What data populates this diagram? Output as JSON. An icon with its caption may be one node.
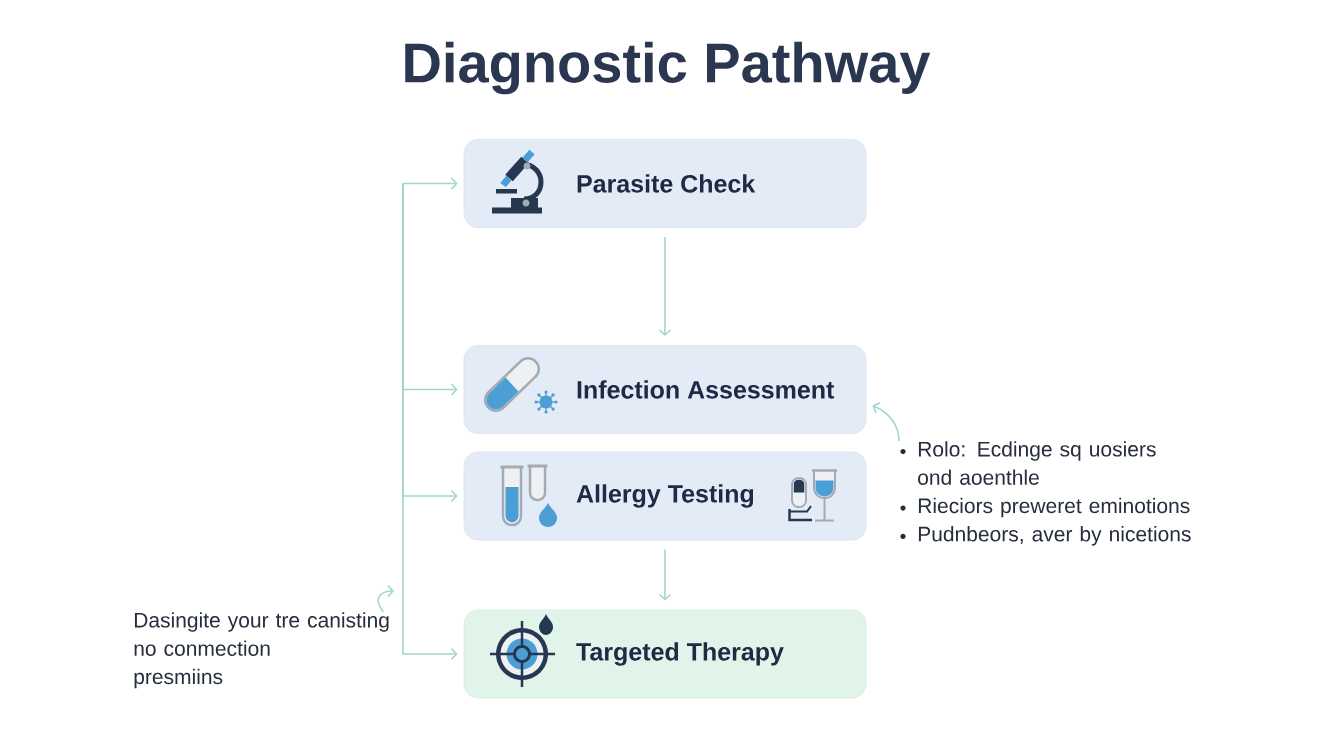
{
  "diagram": {
    "title": "Diagnostic Pathway",
    "nodes": [
      {
        "text": [
          "Parasite Check"
        ]
      },
      {
        "text": [
          "Infection Assessment"
        ]
      },
      {
        "text": [
          "Allergy Testing"
        ]
      },
      {
        "text": [
          "Targeted Therapy"
        ]
      },
      {
        "text": [
          "Dasingite your tre canisting no conmection presmiins"
        ]
      },
      {
        "text": [
          "Rolo: Ecdinge sq uosiers ond aoenthle",
          "Rieciors preweret eminotions",
          "Pudnbeors, aver by nicetions"
        ]
      }
    ],
    "edges": [
      {
        "from": 0,
        "to": 1,
        "arrow": "to"
      },
      {
        "from": 2,
        "to": 3,
        "arrow": "to"
      },
      {
        "from": null,
        "to": 0,
        "arrow": "to"
      },
      {
        "from": null,
        "to": 1,
        "arrow": "to"
      },
      {
        "from": null,
        "to": 2,
        "arrow": "to"
      },
      {
        "from": null,
        "to": 3,
        "arrow": "to"
      },
      {
        "from": 5,
        "to": 1,
        "arrow": "to"
      },
      {
        "from": 4,
        "to": null,
        "arrow": "to"
      }
    ]
  }
}
